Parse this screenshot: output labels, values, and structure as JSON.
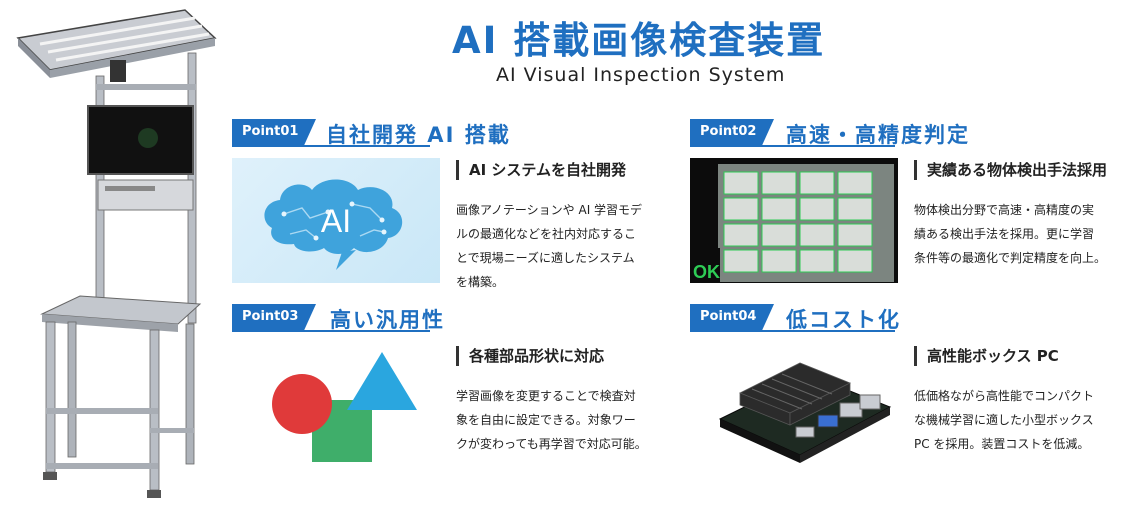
{
  "header": {
    "title_jp": "AI 搭載画像検査装置",
    "title_en": "AI Visual Inspection System"
  },
  "points": [
    {
      "badge": "Point01",
      "title": "自社開発 AI 搭載",
      "subtitle": "AI システムを自社開発",
      "description": [
        "画像アノテーションや AI 学習モデ",
        "ルの最適化などを社内対応するこ",
        "とで現場ニーズに適したシステム",
        "を構築。"
      ],
      "image_text": "AI"
    },
    {
      "badge": "Point02",
      "title": "高速・高精度判定",
      "subtitle": "実績ある物体検出手法採用",
      "description": [
        "物体検出分野で高速・高精度の実",
        "績ある検出手法を採用。更に学習",
        "条件等の最適化で判定精度を向上。"
      ],
      "image_text": "OK"
    },
    {
      "badge": "Point03",
      "title": "高い汎用性",
      "subtitle": "各種部品形状に対応",
      "description": [
        "学習画像を変更することで検査対",
        "象を自由に設定できる。対象ワー",
        "クが変わっても再学習で対応可能。"
      ]
    },
    {
      "badge": "Point04",
      "title": "低コスト化",
      "subtitle": "高性能ボックス PC",
      "description": [
        "低価格ながら高性能でコンパクト",
        "な機械学習に適した小型ボックス",
        "PC を採用。装置コストを低減。"
      ]
    }
  ],
  "colors": {
    "brand": "#1f6fc0",
    "circle": "#e03a3a",
    "square": "#3fae6a",
    "triangle": "#2aa6df"
  }
}
